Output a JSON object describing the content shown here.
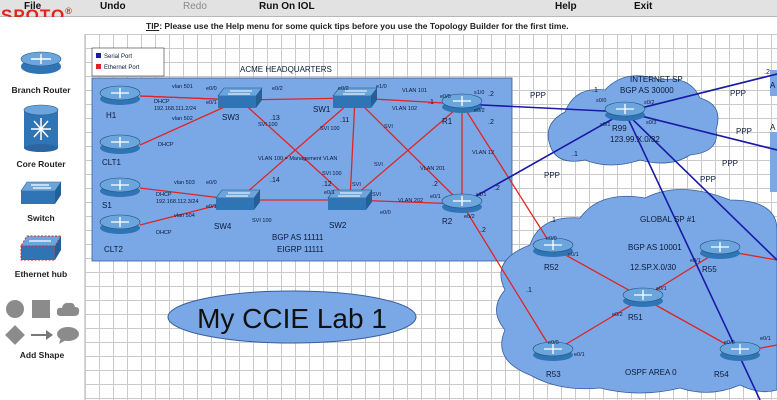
{
  "brand": {
    "logo": "SPOTO",
    "logo_mark": "®"
  },
  "menu": {
    "file": "File",
    "undo": "Undo",
    "redo": "Redo",
    "run": "Run On IOL",
    "help": "Help",
    "exit": "Exit"
  },
  "tip": {
    "label": "TIP",
    "text": ": Please use the Help menu for some quick tips before you use the Topology Builder for the first time."
  },
  "palette": {
    "branch_router": "Branch Router",
    "core_router": "Core Router",
    "switch": "Switch",
    "ethernet_hub": "Ethernet hub",
    "add_shape": "Add Shape"
  },
  "legend": {
    "serial": "Serial Port",
    "ethernet": "Ethernet Port",
    "serial_color": "#1a1aa6",
    "ethernet_color": "#e02424"
  },
  "hq": {
    "title": "ACME HEADQUARTERS",
    "bgp": "BGP AS 11111",
    "eigrp": "EIGRP 11111",
    "mgmt": "VLAN 100 = Management VLAN"
  },
  "isp": {
    "title": "INTERNET SP",
    "bgp": "BGP AS 30000",
    "subnet": "123.99.X.0/32"
  },
  "gsp": {
    "title": "GLOBAL SP #1",
    "bgp": "BGP AS 10001",
    "subnet": "12.SP.X.0/30",
    "ospf": "OSPF AREA 0"
  },
  "banner": {
    "text": "My CCIE Lab 1"
  },
  "devices": {
    "h1": "H1",
    "clt1": "CLT1",
    "s1": "S1",
    "clt2": "CLT2",
    "sw3": "SW3",
    "sw1": "SW1",
    "sw4": "SW4",
    "sw2": "SW2",
    "r1": "R1",
    "r2": "R2",
    "r99": "R99",
    "r52": "R52",
    "r55": "R55",
    "r51": "R51",
    "r53": "R53",
    "r54": "R54"
  },
  "ppp": "PPP",
  "labels": {
    "vlan501": "vlan 501",
    "dhcp_h1": "DHCP",
    "ip_h1": "192.168.111.2/24",
    "vlan502": "vlan 502",
    "dhcp_clt1": "DHCP",
    "vlan503": "vlan 503",
    "dhcp_s1": "DHCP",
    "ip_s1": "192.168.112.3/24",
    "vlan504": "vlan 504",
    "dhcp_clt2": "DHCP",
    "svi100_sw3": "SVI 100",
    "svi100_sw1": "SVI 100",
    "svi100_sw4": "SVI 100",
    "svi100_sw2": "SVI 100",
    "vlan101": "VLAN 101",
    "vlan102": "VLAN 102",
    "vlan201": "VLAN 201",
    "vlan202": "VLAN 202",
    "vlan12": "VLAN 12",
    "svi_a": "SVI",
    "svi_b": "SVI",
    "svi_c": "SVI",
    "svi_d": "SVI",
    "d1": ".1",
    "d2": ".2",
    "d11": ".11",
    "d12": ".12",
    "d13": ".13",
    "d14": ".14",
    "e0_0": "e0/0",
    "e0_1": "e0/1",
    "e0_2": "e0/2",
    "e0_3": "e0/3",
    "e1_0": "e1/0",
    "e1_1": "e1/1",
    "s0_0": "s0/0",
    "s0_1": "s0/1",
    "s0_2": "s0/2",
    "s0_3": "s0/3",
    "s1_0": "s1/0",
    "s1_1": "s1/1",
    "aa": "A",
    "d2r": ".2"
  }
}
